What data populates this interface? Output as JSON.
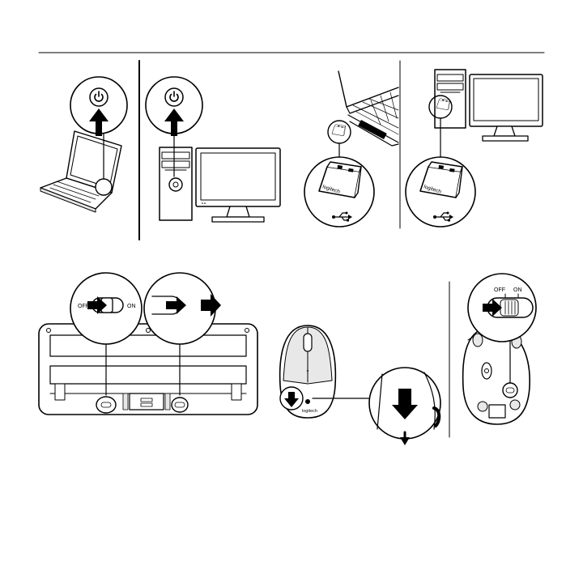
{
  "labels": {
    "switch_off": "OFF",
    "switch_on": "ON",
    "mouse_switch_off": "OFF",
    "mouse_switch_on": "ON",
    "receiver_brand_1": "logitech",
    "receiver_brand_2": "logitech",
    "mouse_brand": "logitech"
  },
  "icons": {
    "power": "power-icon",
    "usb": "usb-icon",
    "arrow": "arrow-icon"
  },
  "colors": {
    "line": "#000000",
    "background": "#ffffff",
    "device_fill": "#e8e8e8"
  }
}
